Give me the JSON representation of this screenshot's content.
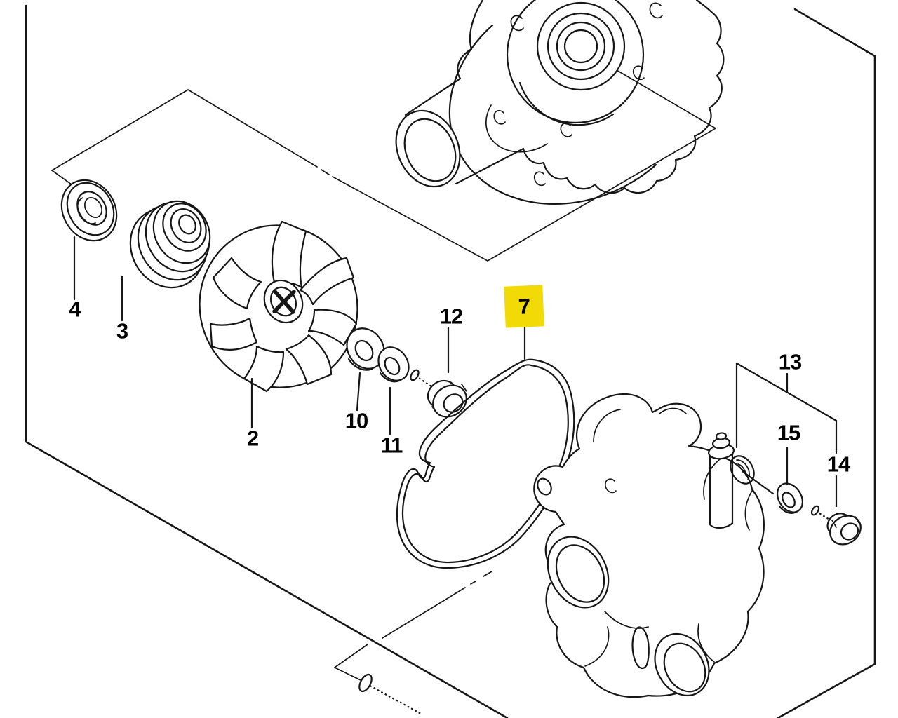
{
  "diagram": {
    "type": "exploded-parts-diagram",
    "background_color": "#ffffff",
    "line_color": "#161616",
    "highlight_color": "#F2DA06",
    "selected_part_number": "7",
    "callouts": [
      {
        "number": "2",
        "highlighted": false
      },
      {
        "number": "3",
        "highlighted": false
      },
      {
        "number": "4",
        "highlighted": false
      },
      {
        "number": "7",
        "highlighted": true
      },
      {
        "number": "10",
        "highlighted": false
      },
      {
        "number": "11",
        "highlighted": false
      },
      {
        "number": "12",
        "highlighted": false
      },
      {
        "number": "13",
        "highlighted": false
      },
      {
        "number": "14",
        "highlighted": false
      },
      {
        "number": "15",
        "highlighted": false
      }
    ]
  }
}
